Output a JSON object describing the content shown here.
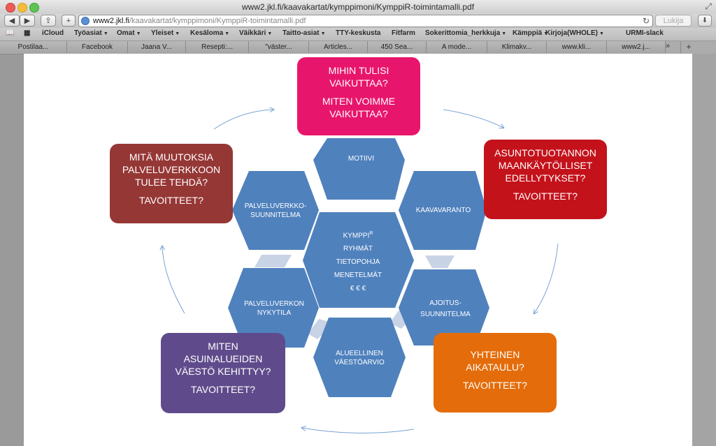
{
  "window": {
    "title": "www2.jkl.fi/kaavakartat/kymppimoni/KymppiR-toimintamalli.pdf"
  },
  "toolbar": {
    "back": "◀",
    "forward": "▶",
    "share": "⇪",
    "new_tab": "+",
    "url_domain": "www2.jkl.fi",
    "url_path": "/kaavakartat/kymppimoni/KymppiR-toimintamalli.pdf",
    "reload": "↻",
    "reader": "Lukija",
    "download": "⬇"
  },
  "bookmarks": [
    {
      "label": "iCloud",
      "menu": false
    },
    {
      "label": "Työasiat",
      "menu": true
    },
    {
      "label": "Omat",
      "menu": true
    },
    {
      "label": "Yleiset",
      "menu": true
    },
    {
      "label": "Kesäloma",
      "menu": true
    },
    {
      "label": "Väikkäri",
      "menu": true
    },
    {
      "label": "Taitto-asiat",
      "menu": true
    },
    {
      "label": "TTY-keskusta",
      "menu": false
    },
    {
      "label": "Fitfarm",
      "menu": false
    },
    {
      "label": "Sokerittomia_herkkuja",
      "menu": true
    },
    {
      "label": "Kämppiä",
      "menu": true
    },
    {
      "label": "Kirjoja(WHOLE)",
      "menu": true
    },
    {
      "label": "URMI-slack",
      "menu": false
    }
  ],
  "tabs": [
    "Postilaa...",
    "Facebook",
    "Jaana V...",
    "Resepti:...",
    "\"väster...",
    "Articles...",
    "450 Sea...",
    "A mode...",
    "Klimakv...",
    "www.kli...",
    "www2.j..."
  ],
  "tabs_more": "»",
  "tabs_add": "+",
  "diagram": {
    "hexagons": {
      "top": "MOTIIVI",
      "upper_right": "KAAVAVARANTO",
      "lower_right": "AJOITUS-\nSUUNNITELMA",
      "bottom": "ALUEELLINEN\nVÄESTÖARVIO",
      "lower_left": "PALVELUVERKON\nNYKYTILA",
      "upper_left": "PALVELUVERKKO-\nSUUNNITELMA",
      "center": [
        "KYMPPI",
        "R",
        "RYHMÄT",
        "TIETOPOHJA",
        "MENETELMÄT",
        "€ € €"
      ]
    },
    "boxes": {
      "top": {
        "q": "MIHIN TULISI\nVAIKUTTAA?",
        "t": "MITEN VOIMME\nVAIKUTTAA?",
        "color": "#e8156c"
      },
      "right": {
        "q": "ASUNTOTUOTANNON\nMAANKÄYTÖLLISET\nEDELLYTYKSET?",
        "t": "TAVOITTEET?",
        "color": "#c4121b"
      },
      "bottom_right": {
        "q": "YHTEINEN\nAIKATAULU?",
        "t": "TAVOITTEET?",
        "color": "#e46c0a"
      },
      "bottom_left": {
        "q": "MITEN\nASUINALUEIDEN\nVÄESTÖ KEHITTYY?",
        "t": "TAVOITTEET?",
        "color": "#5f4b8b"
      },
      "left": {
        "q": "MITÄ MUUTOKSIA\nPALVELUVERKKOON\nTULEE TEHDÄ?",
        "t": "TAVOITTEET?",
        "color": "#953735"
      }
    },
    "hex_color": "#4f81bd",
    "connector_color": "#c9d3e6",
    "arrow_color": "#7aa3d4"
  }
}
